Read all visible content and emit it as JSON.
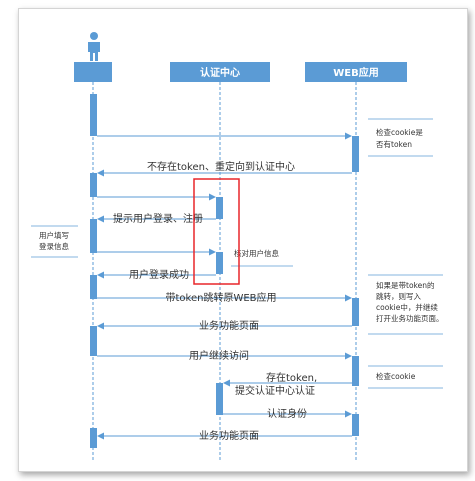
{
  "participants": {
    "auth_center": "认证中心",
    "web_app": "WEB应用"
  },
  "messages": {
    "m1": "不存在token、重定向到认证中心",
    "m2": "提示用户登录、注册",
    "m3": "用户登录成功",
    "m4": "带token跳转原WEB应用",
    "m5": "业务功能页面",
    "m6": "用户继续访问",
    "m7_line1": "存在token,",
    "m7_line2": "提交认证中心认证",
    "m8": "认证身份",
    "m9": "业务功能页面"
  },
  "notes": {
    "check_cookie_line1": "检查cookie是",
    "check_cookie_line2": "否有token",
    "user_fill_line1": "用户填写",
    "user_fill_line2": "登录信息",
    "verify_user": "核对用户信息",
    "has_token_line1": "如果是带token的",
    "has_token_line2": "跳转，则写入",
    "has_token_line3": "cookie中，并继续",
    "has_token_line4": "打开业务功能页面。",
    "check_cookie2": "检查cookie"
  },
  "colors": {
    "lifeline": "#5b9bd5",
    "participant_fill": "#5b9bd5",
    "activation": "#5b9bd5",
    "highlight": "#e8262a",
    "note_border": "#5b9bd5",
    "text": "#333333"
  }
}
